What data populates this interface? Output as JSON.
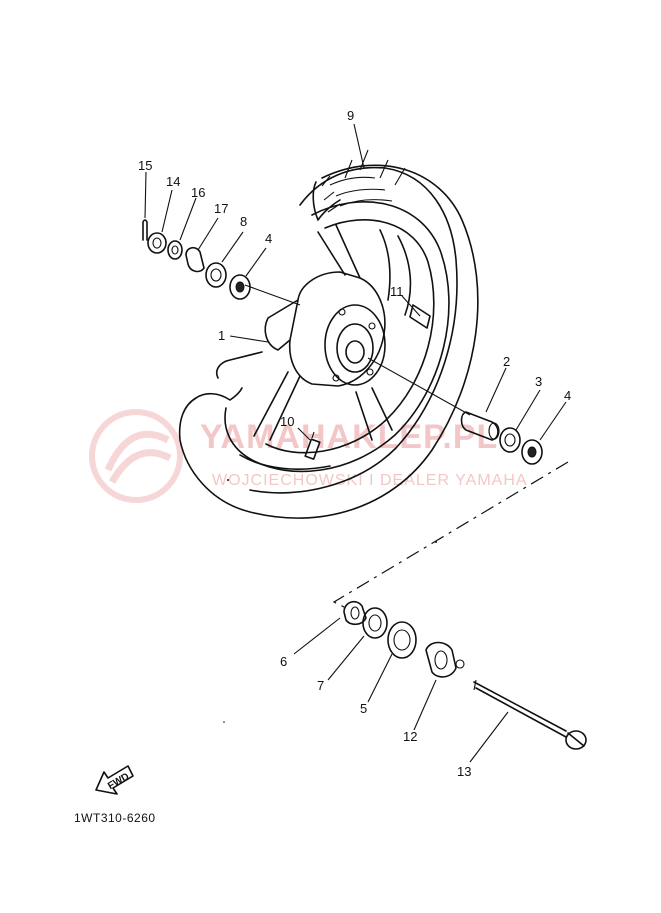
{
  "watermark": {
    "main": "YAMAHAKLEP.PL",
    "sub": "WOJCIECHOWSKI I DEALER YAMAHA"
  },
  "parts": [
    {
      "label": "1"
    },
    {
      "label": "2"
    },
    {
      "label": "3"
    },
    {
      "label": "4"
    },
    {
      "label": "4"
    },
    {
      "label": "5"
    },
    {
      "label": "6"
    },
    {
      "label": "7"
    },
    {
      "label": "8"
    },
    {
      "label": "9"
    },
    {
      "label": "10"
    },
    {
      "label": "11"
    },
    {
      "label": "12"
    },
    {
      "label": "13"
    },
    {
      "label": "14"
    },
    {
      "label": "15"
    },
    {
      "label": "16"
    },
    {
      "label": "17"
    }
  ],
  "direction_arrow": "FWD",
  "diagram_code": "1WT310-6260"
}
